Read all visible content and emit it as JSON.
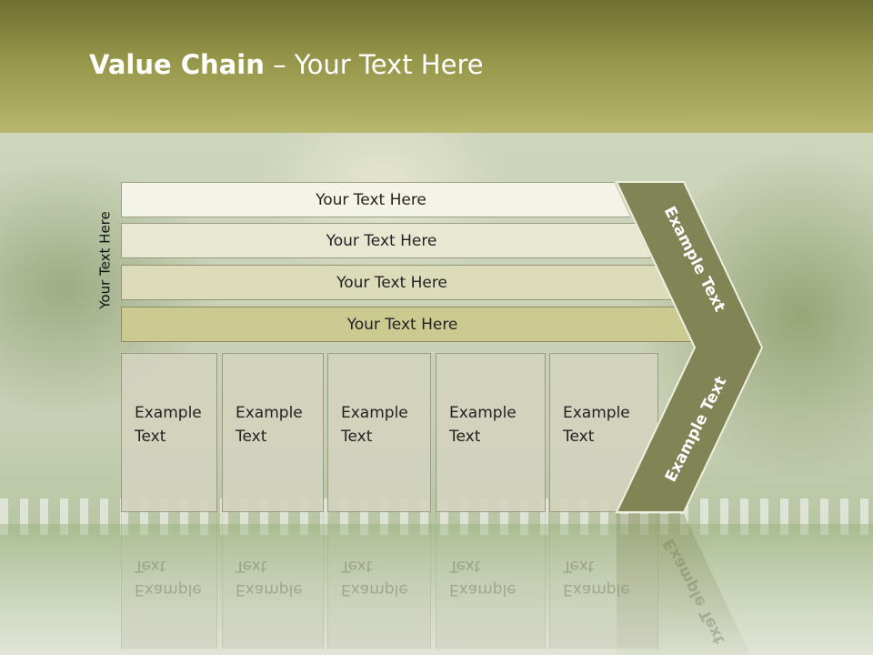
{
  "title": {
    "bold": "Value Chain",
    "rest": " – Your Text Here"
  },
  "side_label": "Your Text Here",
  "bars": [
    {
      "label": "Your Text Here",
      "color": "#f3f3e7"
    },
    {
      "label": "Your Text Here",
      "color": "#e8e8d2"
    },
    {
      "label": "Your Text Here",
      "color": "#dcdcba"
    },
    {
      "label": "Your Text Here",
      "color": "#cbca90"
    }
  ],
  "columns": [
    {
      "text": "Example\nText"
    },
    {
      "text": "Example\nText"
    },
    {
      "text": "Example\nText"
    },
    {
      "text": "Example\nText"
    },
    {
      "text": "Example\nText"
    }
  ],
  "arrow": {
    "upper_text": "Example Text",
    "lower_text": "Example Text",
    "color": "#818455"
  }
}
